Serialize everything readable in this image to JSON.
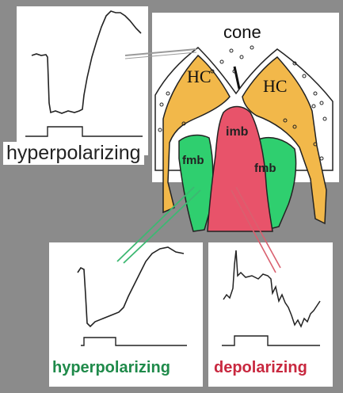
{
  "diagram": {
    "cone_label": "cone",
    "hc_left_label": "HC",
    "hc_right_label": "HC",
    "imb_label": "imb",
    "fmb_left_label": "fmb",
    "fmb_right_label": "fmb"
  },
  "traces": {
    "top_left_label": "hyperpolarizing",
    "bottom_left_label": "hyperpolarizing",
    "bottom_right_label": "depolarizing"
  },
  "colors": {
    "background": "#8b8b8b",
    "horizontal_cell": "#f2b84a",
    "invaginating_midget_bipolar": "#e8536a",
    "flat_midget_bipolar": "#2fcf6f",
    "hyperpolarizing_text": "#1f8a4a",
    "depolarizing_text": "#c8283f"
  }
}
